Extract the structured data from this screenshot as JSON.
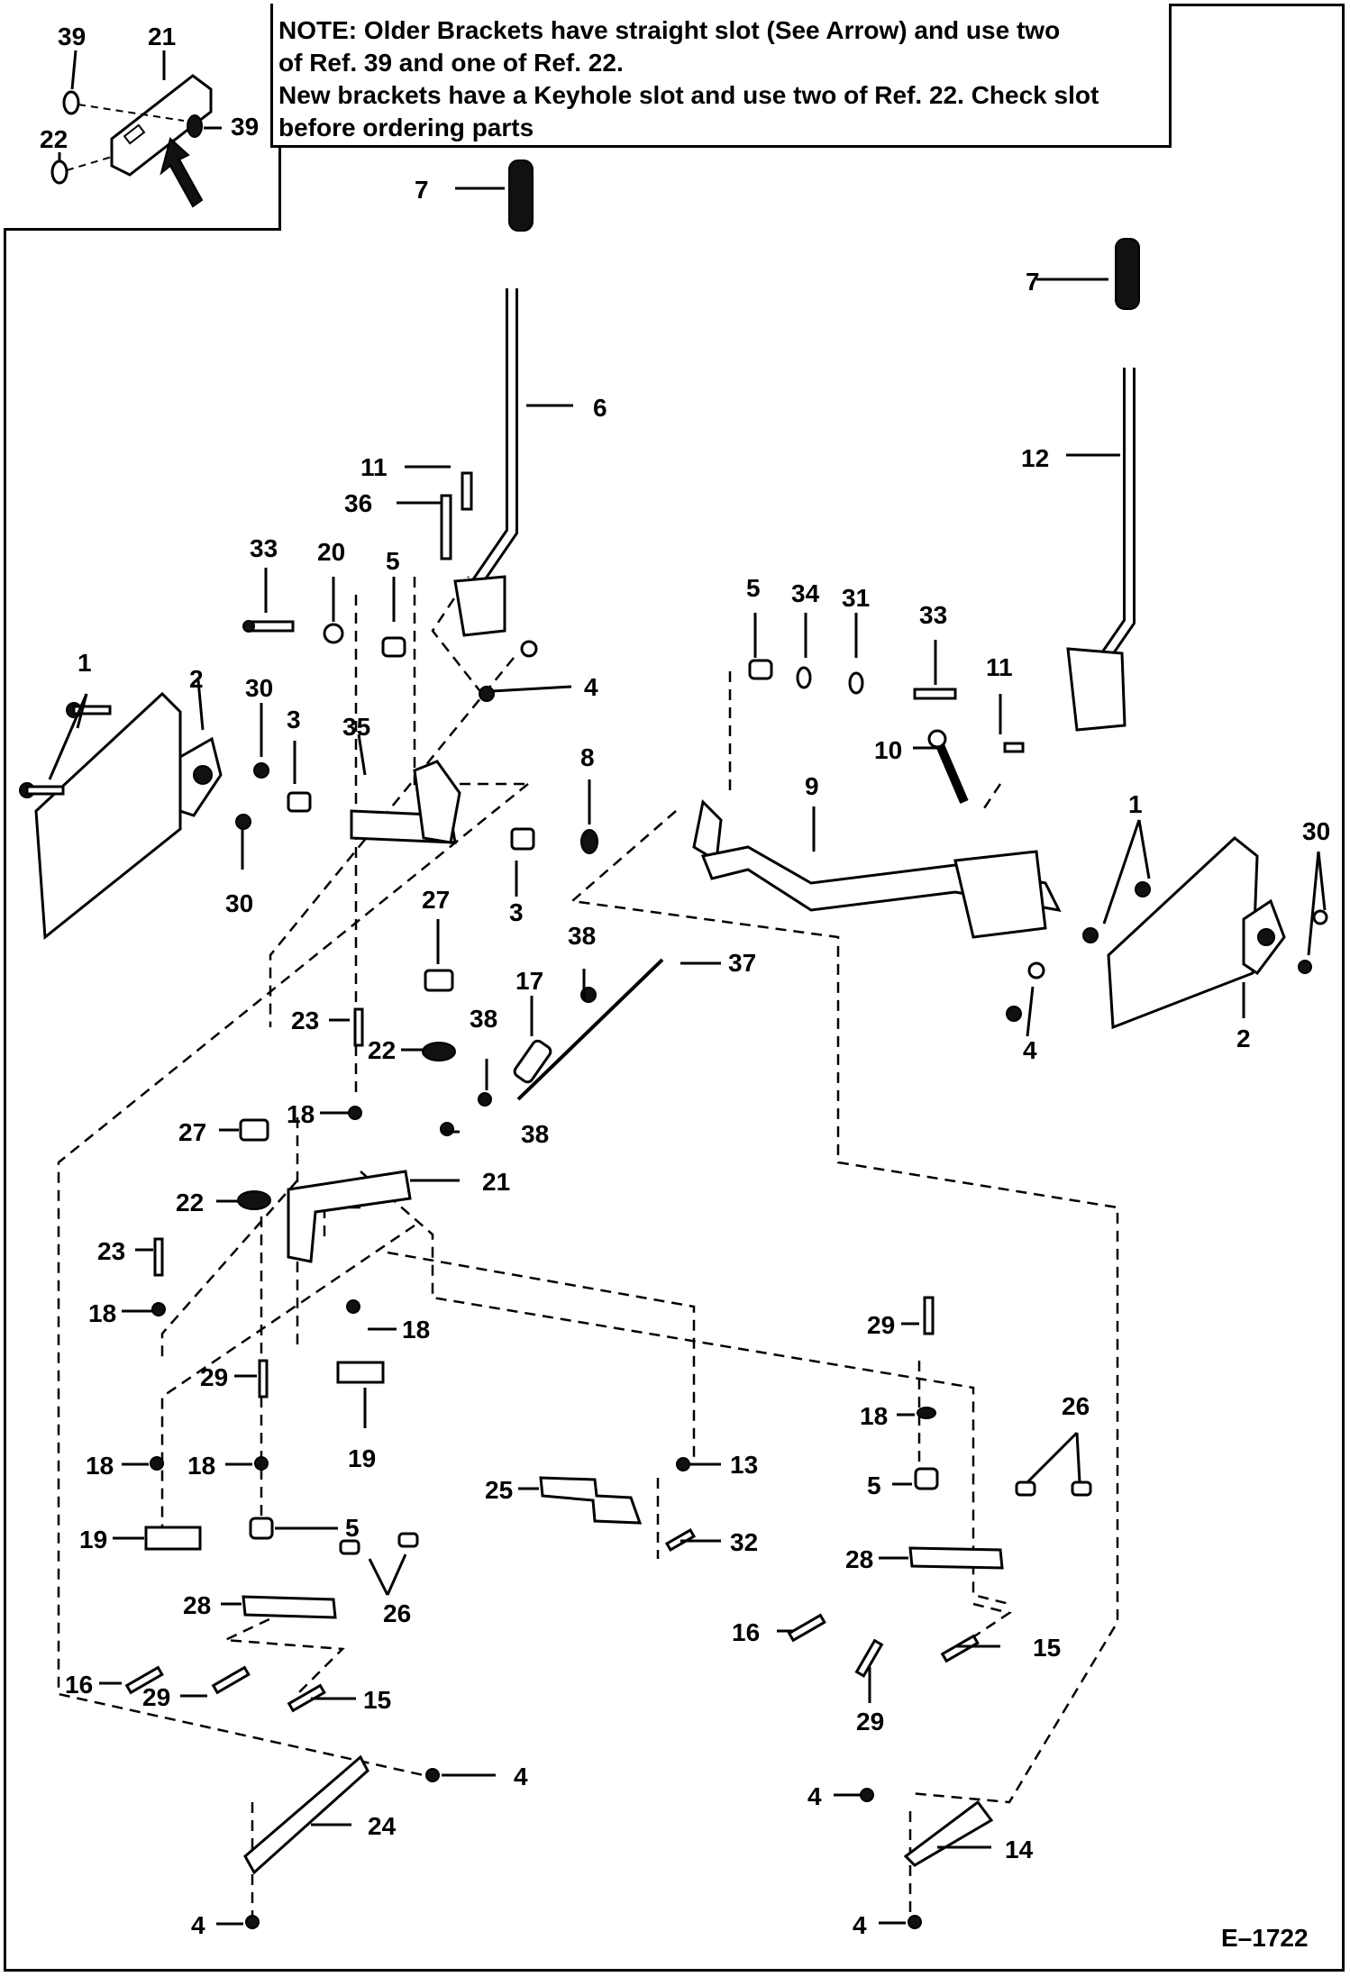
{
  "note": {
    "lines": [
      "NOTE: Older Brackets have straight slot (See Arrow) and use two",
      "of Ref. 39 and one of Ref. 22.",
      "New brackets have a Keyhole slot and use two of Ref. 22. Check slot",
      "before ordering parts"
    ]
  },
  "drawing_code": "E–1722",
  "labels": {
    "inset": [
      "39",
      "21",
      "22",
      "39"
    ],
    "parts": [
      "1",
      "2",
      "3",
      "4",
      "5",
      "6",
      "7",
      "8",
      "9",
      "10",
      "11",
      "12",
      "13",
      "14",
      "15",
      "16",
      "17",
      "18",
      "19",
      "20",
      "21",
      "22",
      "23",
      "24",
      "25",
      "26",
      "27",
      "28",
      "29",
      "30",
      "31",
      "32",
      "33",
      "34",
      "35",
      "36",
      "37",
      "38"
    ]
  },
  "callouts": [
    {
      "t": "7"
    },
    {
      "t": "6"
    },
    {
      "t": "11"
    },
    {
      "t": "36"
    },
    {
      "t": "33"
    },
    {
      "t": "20"
    },
    {
      "t": "5"
    },
    {
      "t": "4"
    },
    {
      "t": "1"
    },
    {
      "t": "2"
    },
    {
      "t": "30"
    },
    {
      "t": "3"
    },
    {
      "t": "35"
    },
    {
      "t": "30"
    },
    {
      "t": "3"
    },
    {
      "t": "8"
    },
    {
      "t": "5"
    },
    {
      "t": "34"
    },
    {
      "t": "31"
    },
    {
      "t": "33"
    },
    {
      "t": "11"
    },
    {
      "t": "10"
    },
    {
      "t": "9"
    },
    {
      "t": "7"
    },
    {
      "t": "12"
    },
    {
      "t": "1"
    },
    {
      "t": "30"
    },
    {
      "t": "2"
    },
    {
      "t": "4"
    },
    {
      "t": "27"
    },
    {
      "t": "38"
    },
    {
      "t": "37"
    },
    {
      "t": "23"
    },
    {
      "t": "22"
    },
    {
      "t": "38"
    },
    {
      "t": "17"
    },
    {
      "t": "18"
    },
    {
      "t": "27"
    },
    {
      "t": "38"
    },
    {
      "t": "21"
    },
    {
      "t": "22"
    },
    {
      "t": "23"
    },
    {
      "t": "18"
    },
    {
      "t": "18"
    },
    {
      "t": "19"
    },
    {
      "t": "29"
    },
    {
      "t": "18"
    },
    {
      "t": "18"
    },
    {
      "t": "19"
    },
    {
      "t": "5"
    },
    {
      "t": "26"
    },
    {
      "t": "28"
    },
    {
      "t": "16"
    },
    {
      "t": "29"
    },
    {
      "t": "15"
    },
    {
      "t": "4"
    },
    {
      "t": "24"
    },
    {
      "t": "4"
    },
    {
      "t": "25"
    },
    {
      "t": "13"
    },
    {
      "t": "32"
    },
    {
      "t": "29"
    },
    {
      "t": "18"
    },
    {
      "t": "26"
    },
    {
      "t": "5"
    },
    {
      "t": "28"
    },
    {
      "t": "16"
    },
    {
      "t": "15"
    },
    {
      "t": "29"
    },
    {
      "t": "4"
    },
    {
      "t": "14"
    },
    {
      "t": "4"
    }
  ]
}
